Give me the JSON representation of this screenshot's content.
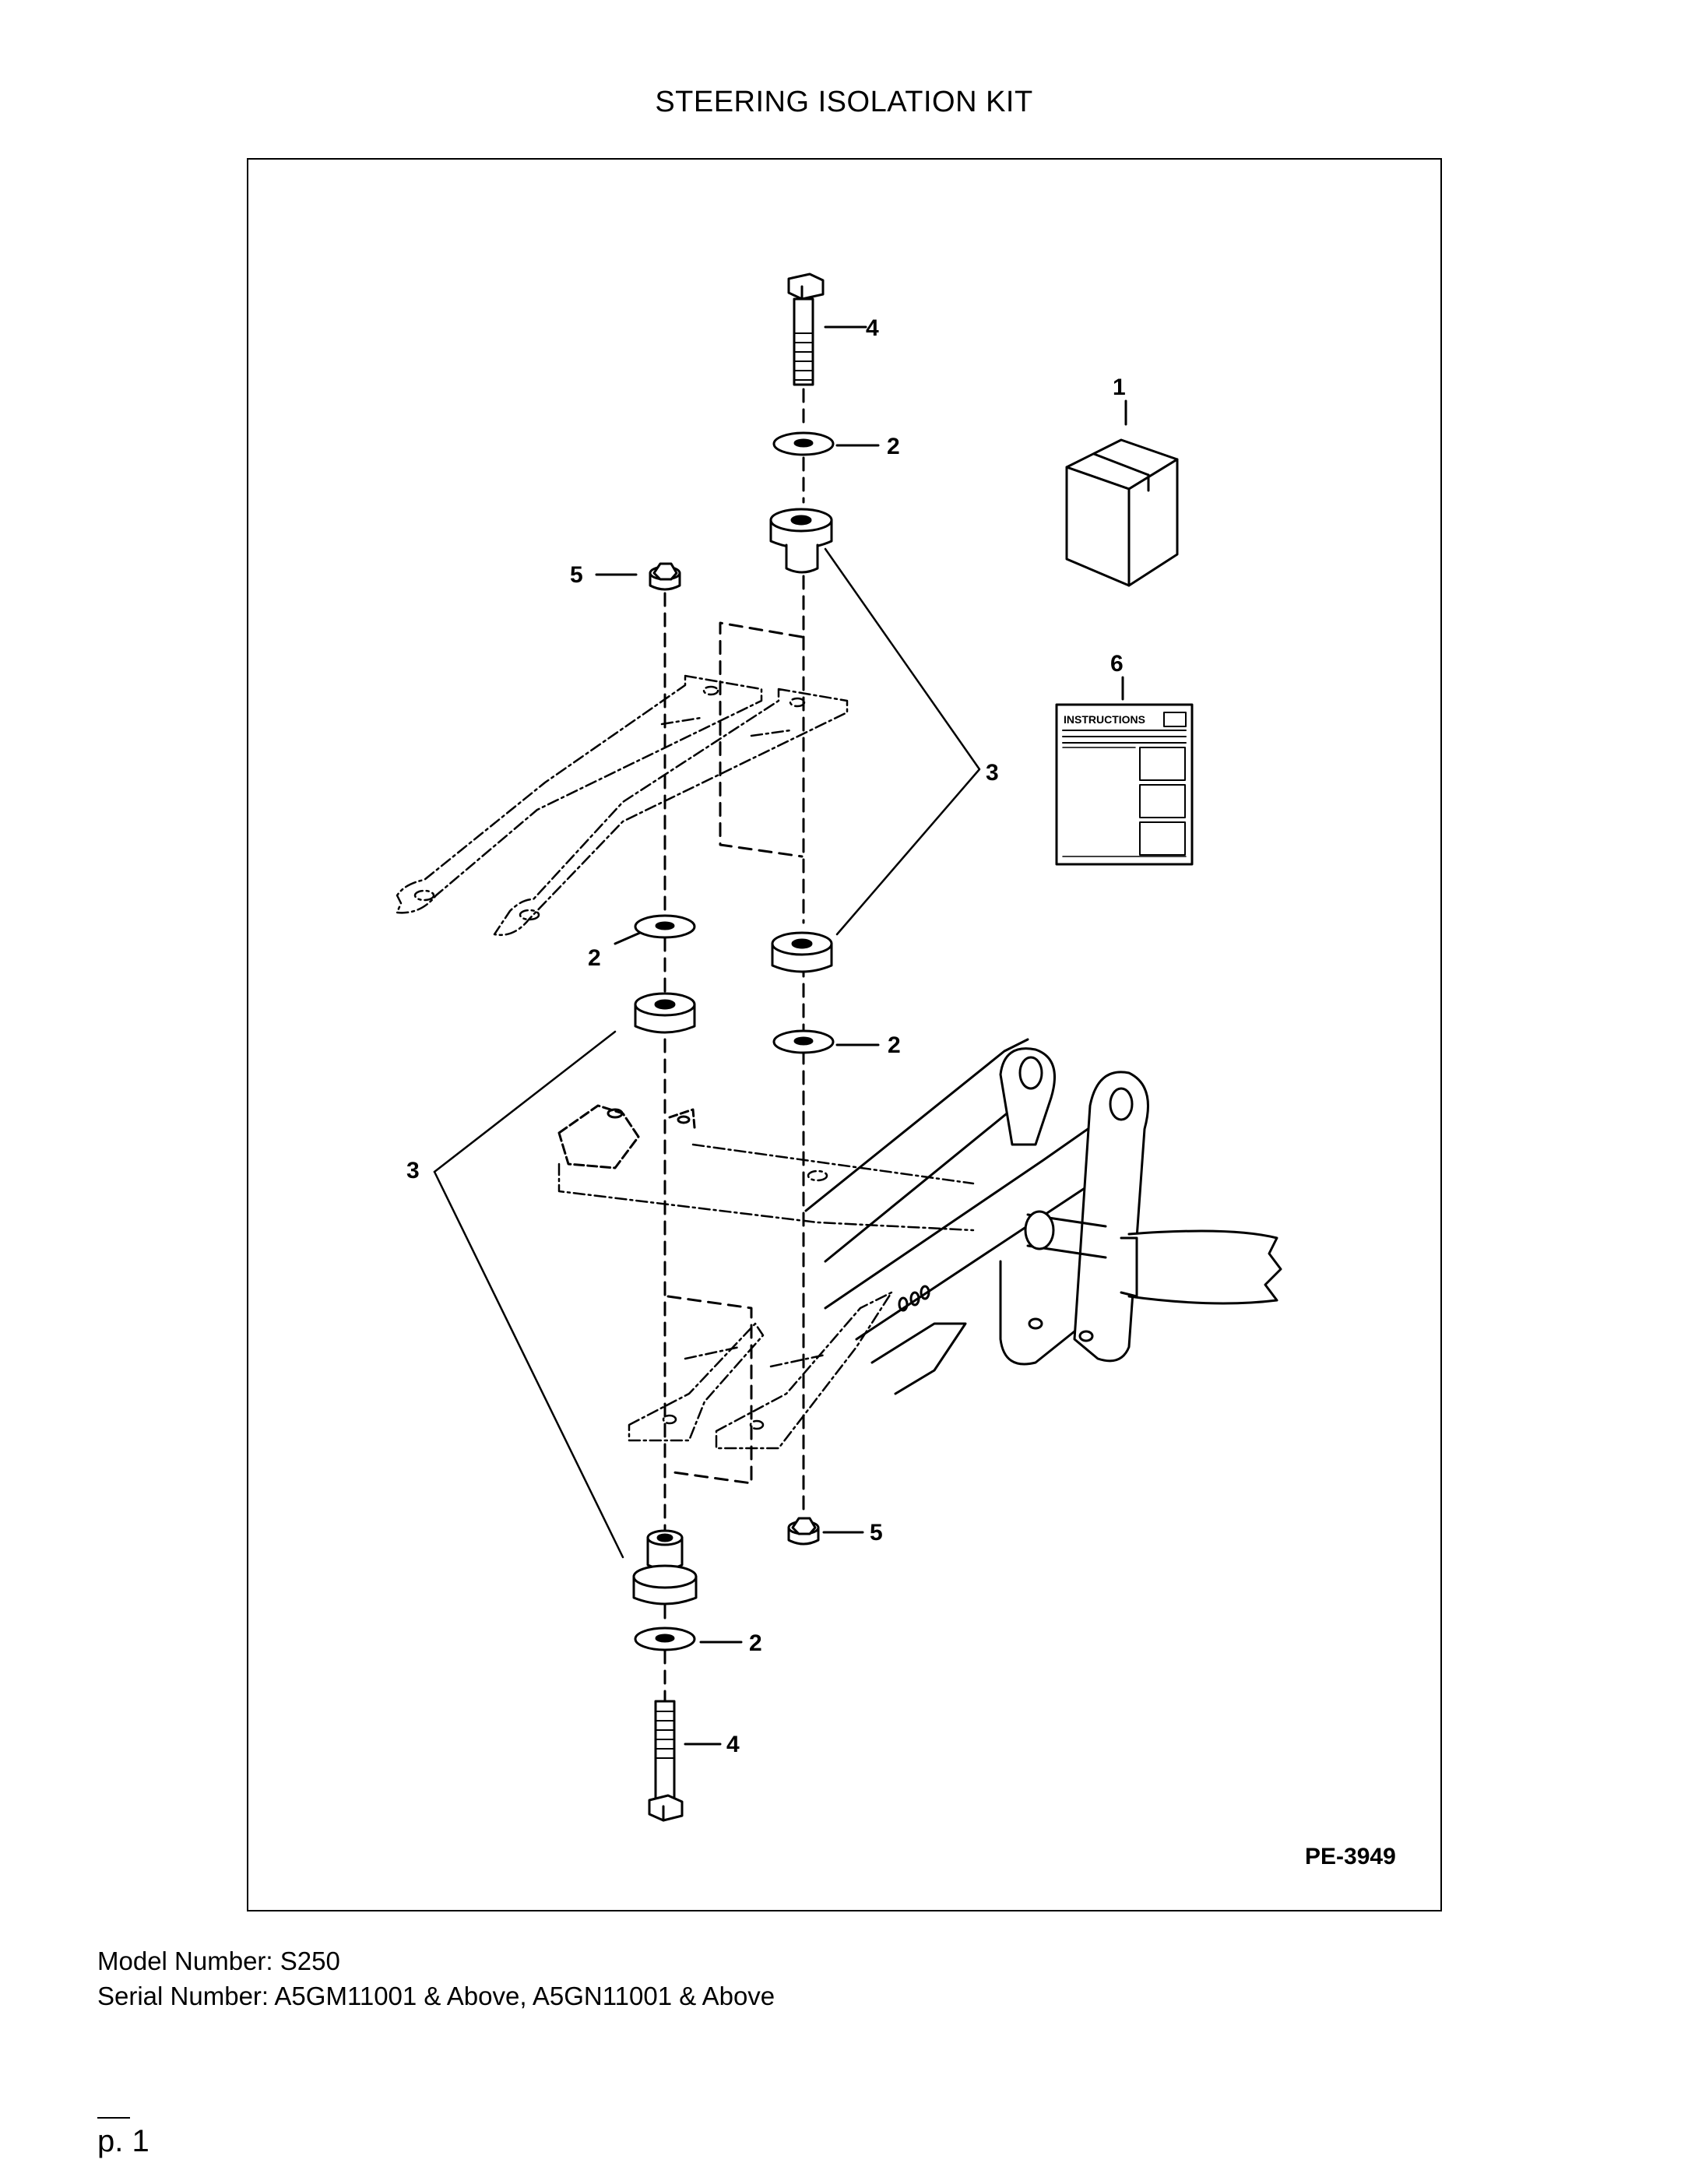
{
  "document": {
    "title": "STEERING ISOLATION KIT",
    "figure_ref": "PE-3949",
    "model_line": "Model Number: S250",
    "serial_line": "Serial Number: A5GM11001 & Above, A5GN11001 & Above",
    "page": "p. 1"
  },
  "callouts": {
    "kit_box": "1",
    "washer": "2",
    "isolator": "3",
    "bolt": "4",
    "nut": "5",
    "instructions": "6"
  },
  "instructions_sheet_label": "INSTRUCTIONS"
}
